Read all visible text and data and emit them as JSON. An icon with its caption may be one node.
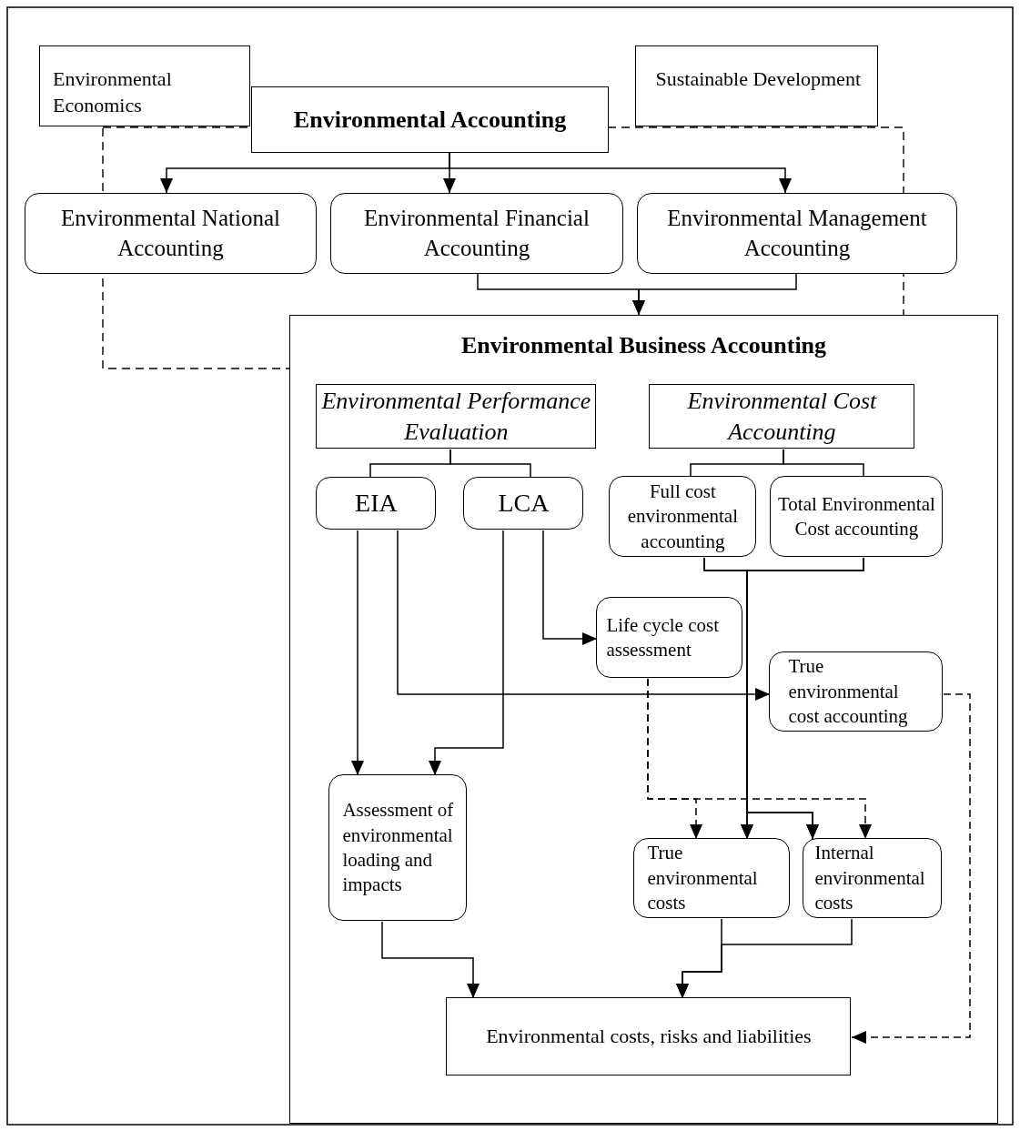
{
  "diagram": {
    "nodes": [
      {
        "text": [
          "Environmental Economics"
        ]
      },
      {
        "text": [
          "Sustainable Development"
        ]
      },
      {
        "text": [
          "Environmental Accounting"
        ]
      },
      {
        "text": [
          "Environmental National Accounting"
        ]
      },
      {
        "text": [
          "Environmental Financial Accounting"
        ]
      },
      {
        "text": [
          "Environmental Management Accounting"
        ]
      },
      {
        "text": [
          "Environmental Business Accounting"
        ]
      },
      {
        "text": [
          "Environmental Performance Evaluation"
        ],
        "in": 6
      },
      {
        "text": [
          "Environmental Cost Accounting"
        ],
        "in": 6
      },
      {
        "text": [
          "EIA"
        ],
        "in": 6
      },
      {
        "text": [
          "LCA"
        ],
        "in": 6
      },
      {
        "text": [
          "Full cost environmental accounting"
        ],
        "in": 6
      },
      {
        "text": [
          "Total Environmental Cost accounting"
        ],
        "in": 6
      },
      {
        "text": [
          "Life cycle cost assessment"
        ],
        "in": 6
      },
      {
        "text": [
          "True environmental cost accounting"
        ],
        "in": 6
      },
      {
        "text": [
          "Assessment of environmental loading and impacts"
        ],
        "in": 6
      },
      {
        "text": [
          "True environmental costs"
        ],
        "in": 6
      },
      {
        "text": [
          "Internal environmental costs"
        ],
        "in": 6
      },
      {
        "text": [
          "Environmental costs, risks and liabilities"
        ],
        "in": 6
      }
    ],
    "edges": [
      {
        "from": 2,
        "to": 3,
        "arrow": "to"
      },
      {
        "from": 2,
        "to": 4,
        "arrow": "to"
      },
      {
        "from": 2,
        "to": 5,
        "arrow": "to"
      },
      {
        "from": 4,
        "to": 6,
        "arrow": "to"
      },
      {
        "from": 5,
        "to": 6,
        "arrow": "to"
      },
      {
        "from": 7,
        "to": 9,
        "arrow": "none"
      },
      {
        "from": 7,
        "to": 10,
        "arrow": "none"
      },
      {
        "from": 8,
        "to": 11,
        "arrow": "none"
      },
      {
        "from": 8,
        "to": 12,
        "arrow": "none"
      },
      {
        "from": 9,
        "to": 15,
        "arrow": "to"
      },
      {
        "from": 9,
        "to": 14,
        "arrow": "to"
      },
      {
        "from": 10,
        "to": 15,
        "arrow": "to"
      },
      {
        "from": 10,
        "to": 13,
        "arrow": "to"
      },
      {
        "from": 11,
        "to": 16,
        "arrow": "to"
      },
      {
        "from": 12,
        "to": 16,
        "arrow": "to"
      },
      {
        "from": 11,
        "to": 17,
        "arrow": "to"
      },
      {
        "from": 12,
        "to": 17,
        "arrow": "to"
      },
      {
        "from": 13,
        "to": 16,
        "arrow": "to",
        "style": "dashed"
      },
      {
        "from": 13,
        "to": 17,
        "arrow": "to",
        "style": "dashed"
      },
      {
        "from": 14,
        "to": 18,
        "arrow": "to",
        "style": "dashed"
      },
      {
        "from": 15,
        "to": 18,
        "arrow": "to"
      },
      {
        "from": 16,
        "to": 18,
        "arrow": "to"
      },
      {
        "from": 17,
        "to": 18,
        "arrow": "to"
      }
    ]
  }
}
